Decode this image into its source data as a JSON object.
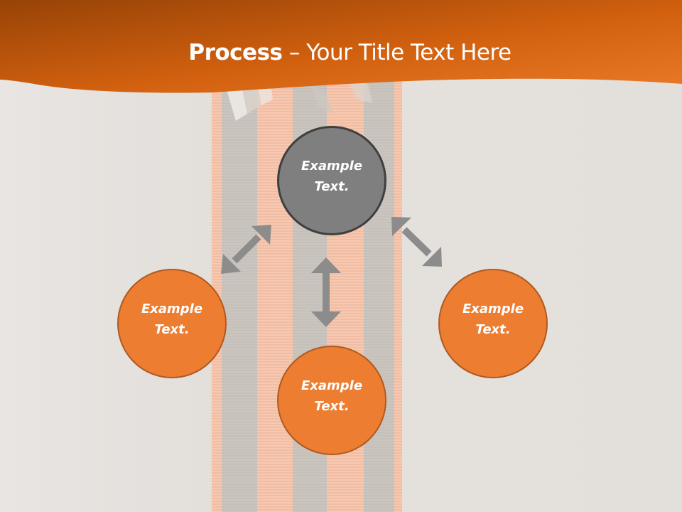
{
  "slide": {
    "title_bold": "Process",
    "title_rest": " – Your Title Text Here",
    "colors": {
      "header_dark": "#9a4509",
      "header_light": "#e87422",
      "circle_orange": "#ED7D31",
      "circle_orange_border": "#AE5A21",
      "circle_gray": "#7F7F7F",
      "circle_gray_border": "#3F3F3F",
      "arrow_gray": "#8c8c8c"
    },
    "nodes": [
      {
        "id": "top",
        "line1": "Example",
        "line2": "Text.",
        "style": "gray"
      },
      {
        "id": "left",
        "line1": "Example",
        "line2": "Text.",
        "style": "orange"
      },
      {
        "id": "bottom",
        "line1": "Example",
        "line2": "Text.",
        "style": "orange"
      },
      {
        "id": "right",
        "line1": "Example",
        "line2": "Text.",
        "style": "orange"
      }
    ],
    "connectors": [
      {
        "from": "top",
        "to": "left",
        "icon": "double-arrow-diagonal-icon"
      },
      {
        "from": "top",
        "to": "bottom",
        "icon": "double-arrow-vertical-icon"
      },
      {
        "from": "top",
        "to": "right",
        "icon": "double-arrow-diagonal-icon"
      }
    ]
  }
}
